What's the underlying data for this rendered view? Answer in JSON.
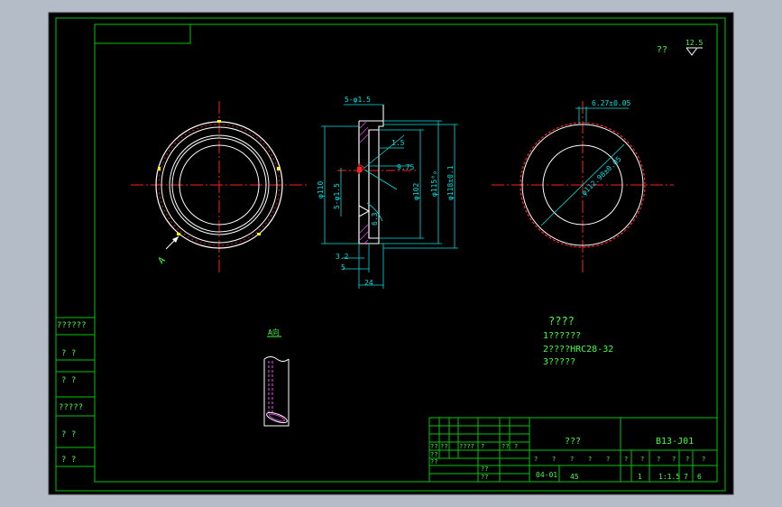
{
  "drawing": {
    "roughness_mark": "??",
    "roughness_value": "12.5",
    "view_marker_a": "A",
    "detail_view_label": "A向",
    "notes_title": "????",
    "notes": [
      "1??????",
      "2????HRC28-32",
      "3?????"
    ],
    "part_name": "???",
    "drawing_number": "B13-J01",
    "material": "45",
    "code": "04-01",
    "scale": "1:1.5",
    "quantity": "1",
    "sheet_total": "7",
    "sheet_no": "6",
    "dims": {
      "holes_top": "5-φ1.5",
      "holes_side": "5-φ1.5",
      "d110": "φ110",
      "d102": "φ102",
      "d115": "φ115⁰₀",
      "d118": "φ118±0.1",
      "d1_5": "1.5",
      "d9_75": "9.75",
      "d3_2": "3.2",
      "d5": "5",
      "d24": "24",
      "d6_3": "6.3",
      "d6_27": "6.27±0.05",
      "d112": "φ112.98±0.05"
    }
  },
  "left_cells": [
    "??????",
    "?   ?",
    "?   ?",
    "?????",
    "?   ?",
    "?   ?"
  ],
  "title_block": {
    "small": [
      "??",
      "??",
      "????",
      "?",
      "??",
      "?",
      "??",
      "??",
      "??",
      "??"
    ],
    "sheet_labels": [
      "?",
      "?",
      "?",
      "?",
      "?",
      "?",
      "?",
      "?",
      "?",
      "?",
      "?"
    ]
  },
  "colors": {
    "frame": "#00c800",
    "paper": "#000000",
    "outline": "#ffffff",
    "centerline": "#ff2020",
    "dimension": "#00e0e0",
    "text": "#40ff40",
    "accent": "#ff40ff"
  }
}
